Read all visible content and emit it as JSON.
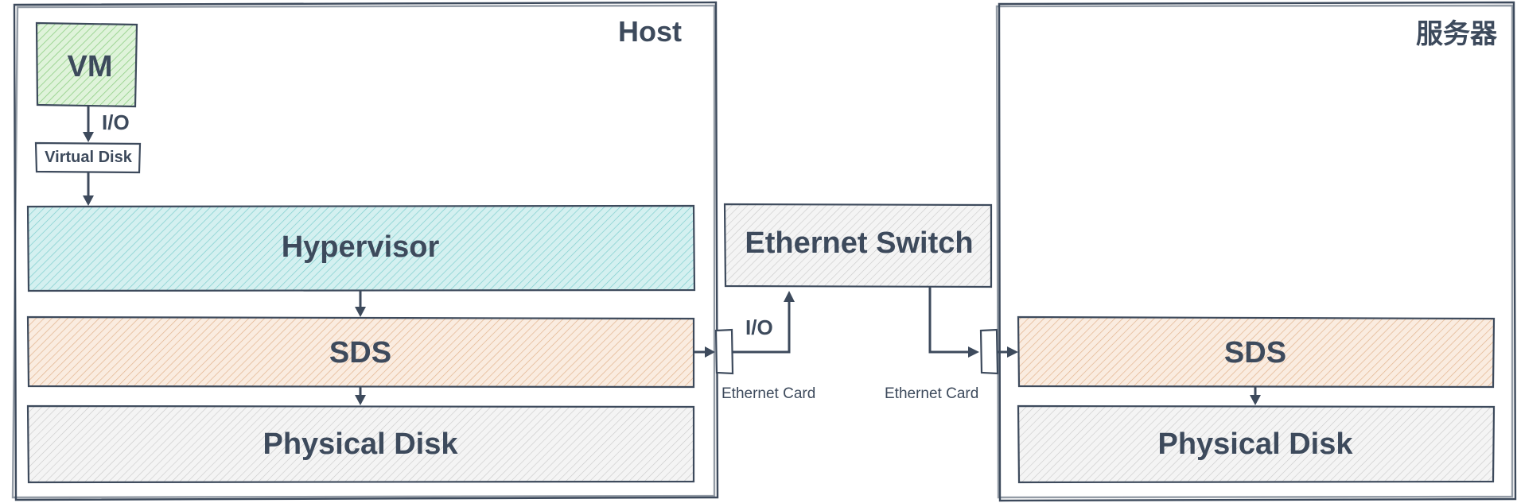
{
  "host": {
    "title": "Host",
    "vm_label": "VM",
    "io_label": "I/O",
    "virtual_disk_label": "Virtual Disk",
    "hypervisor_label": "Hypervisor",
    "sds_label": "SDS",
    "physical_disk_label": "Physical Disk"
  },
  "network": {
    "switch_label": "Ethernet Switch",
    "io_label": "I/O",
    "left_card_label": "Ethernet Card",
    "right_card_label": "Ethernet Card"
  },
  "server": {
    "title": "服务器",
    "sds_label": "SDS",
    "physical_disk_label": "Physical Disk"
  },
  "colors": {
    "stroke": "#3d4a5c",
    "vm_fill": "#c5e8c0",
    "hypervisor_fill": "#b6e3e3",
    "sds_fill": "#f3d9c3",
    "gray_fill": "#e6e6e6"
  }
}
